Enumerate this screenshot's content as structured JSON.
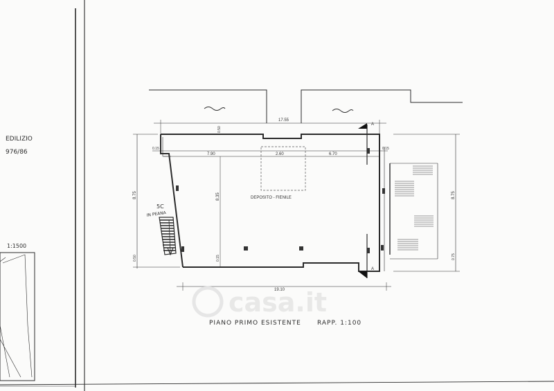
{
  "left_panel": {
    "label_line1": "EDILIZIO",
    "label_line2": "976/86",
    "scale_label": "1:1500"
  },
  "plan": {
    "title": "PIANO PRIMO ESISTENTE",
    "scale": "RAPP. 1:100",
    "room_label": "DEPOSITO - FIENILE",
    "stair_label": "5C",
    "stair_note": "IN PEANA",
    "section_marker": "A",
    "dimensions": {
      "overall_top": "17.55",
      "overall_bottom": "19.10",
      "seg_left": "7.90",
      "seg_mid": "2.60",
      "seg_right": "6.70",
      "wall_top": "0.50",
      "wall_left": "0.15",
      "wall_right": "0.15",
      "height_left": "8.75",
      "height_inner": "8.35",
      "height_right": "8.75",
      "small_left": "0.50",
      "small_inner": "0.15",
      "small_right": "0.75"
    }
  },
  "watermark": "casa.it"
}
